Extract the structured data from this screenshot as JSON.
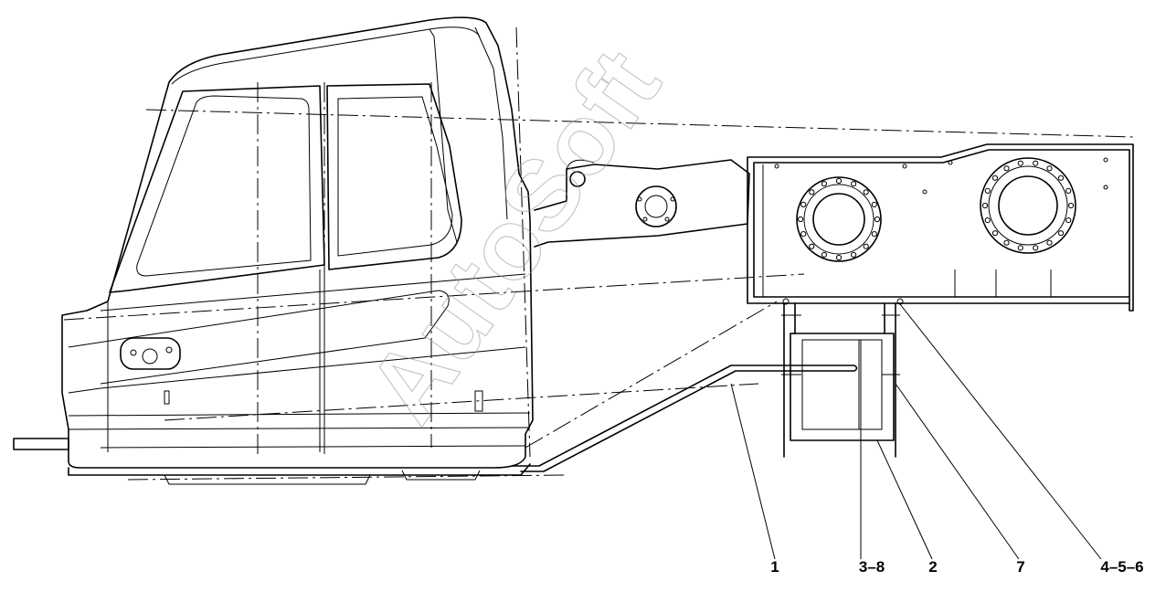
{
  "watermark": "AutoSoft",
  "callouts": [
    {
      "label": "1"
    },
    {
      "label": "3–8"
    },
    {
      "label": "2"
    },
    {
      "label": "7"
    },
    {
      "label": "4–5–6"
    }
  ]
}
